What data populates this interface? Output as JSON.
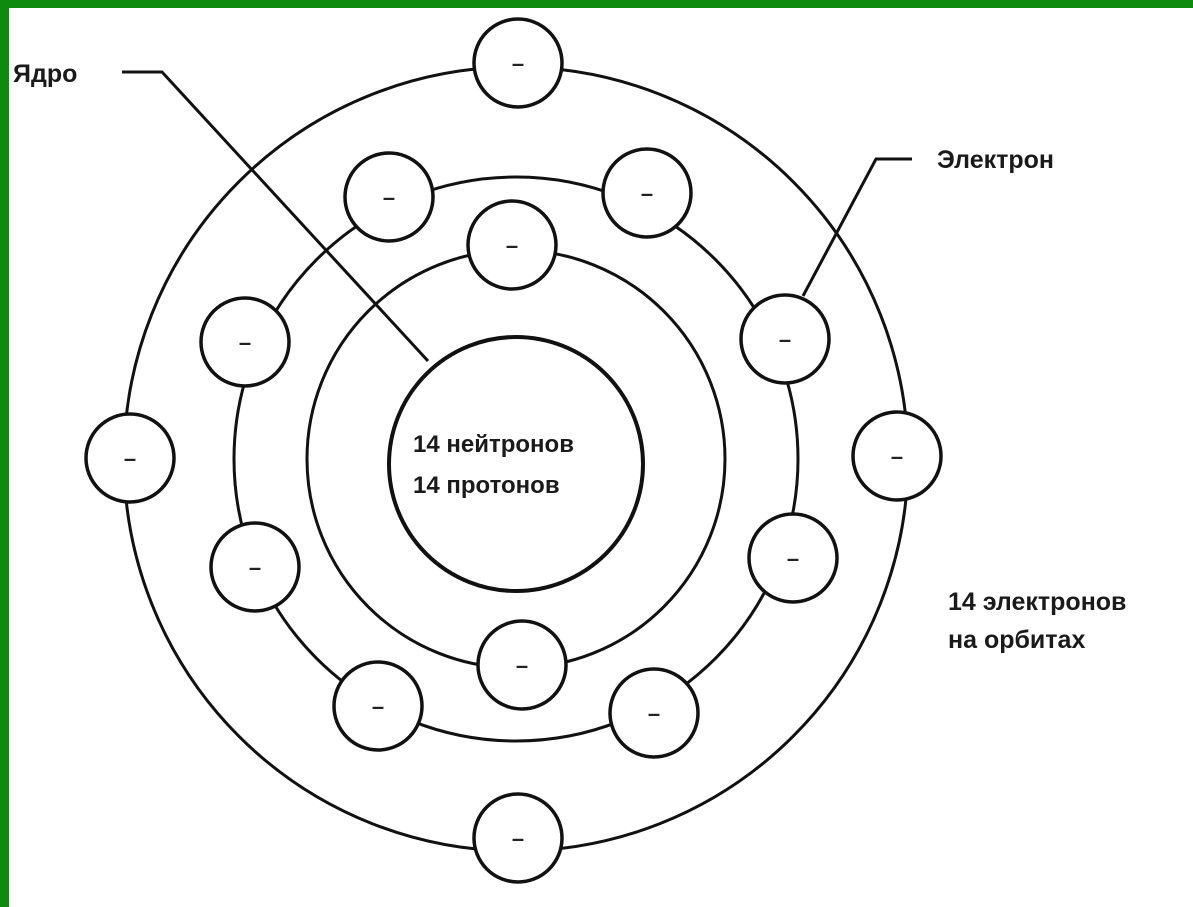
{
  "labels": {
    "nucleus": "Ядро",
    "electron": "Электрон",
    "nucleus_line1": "14 нейтронов",
    "nucleus_line2": "14 протонов",
    "electrons_line1": "14 электронов",
    "electrons_line2": "на орбитах"
  },
  "electron_sign": "–",
  "colors": {
    "frame": "#0e8a0e",
    "ink": "#111111",
    "background": "#ffffff"
  },
  "shells": [
    {
      "name": "inner",
      "electrons": 2
    },
    {
      "name": "middle",
      "electrons": 8
    },
    {
      "name": "outer",
      "electrons": 4
    }
  ]
}
